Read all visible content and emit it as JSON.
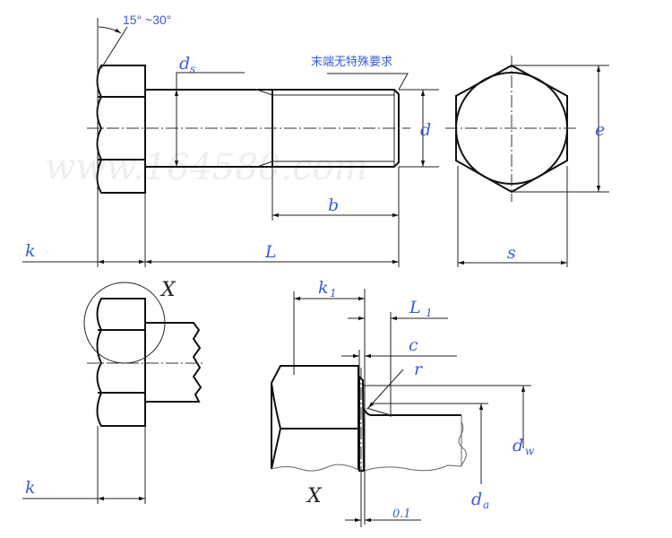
{
  "watermark": "www.164580.com",
  "top_view": {
    "angle_label": "15° ~30°",
    "end_note": "末端无特殊要求",
    "ds_main": "d",
    "ds_sub": "s",
    "d_label": "d",
    "b_label": "b",
    "L_label": "L",
    "k_label": "k"
  },
  "end_view": {
    "e_label": "e",
    "s_label": "s"
  },
  "side_view": {
    "X_label": "X",
    "k_label": "k"
  },
  "detail": {
    "title": "X",
    "k1_main": "k",
    "k1_sub": "1",
    "L1_main": "L",
    "L1_sub": "1",
    "c_label": "c",
    "r_label": "r",
    "dw_main": "d",
    "dw_sub": "w",
    "da_main": "d",
    "da_sub": "a",
    "gap_label": "0.1"
  }
}
